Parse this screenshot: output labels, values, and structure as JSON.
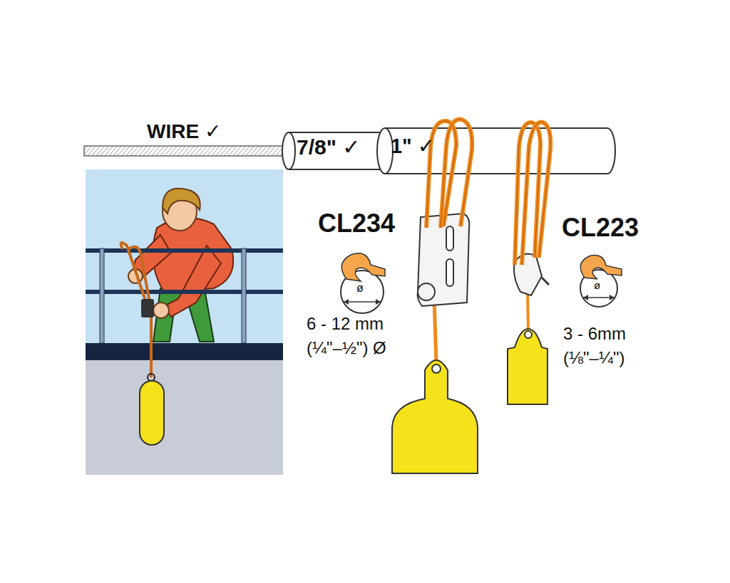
{
  "diagram": {
    "nodes": [
      {
        "text": [
          "7/8\" ✓"
        ]
      },
      {
        "text": [
          "1\" ✓"
        ]
      }
    ],
    "labels": [
      "WIRE ✓",
      "CL234",
      "ø",
      "6 - 12 mm",
      "(¼\"–½\") Ø",
      "CL223",
      "ø",
      "3 - 6mm",
      "(⅛\"–¼\")"
    ]
  }
}
